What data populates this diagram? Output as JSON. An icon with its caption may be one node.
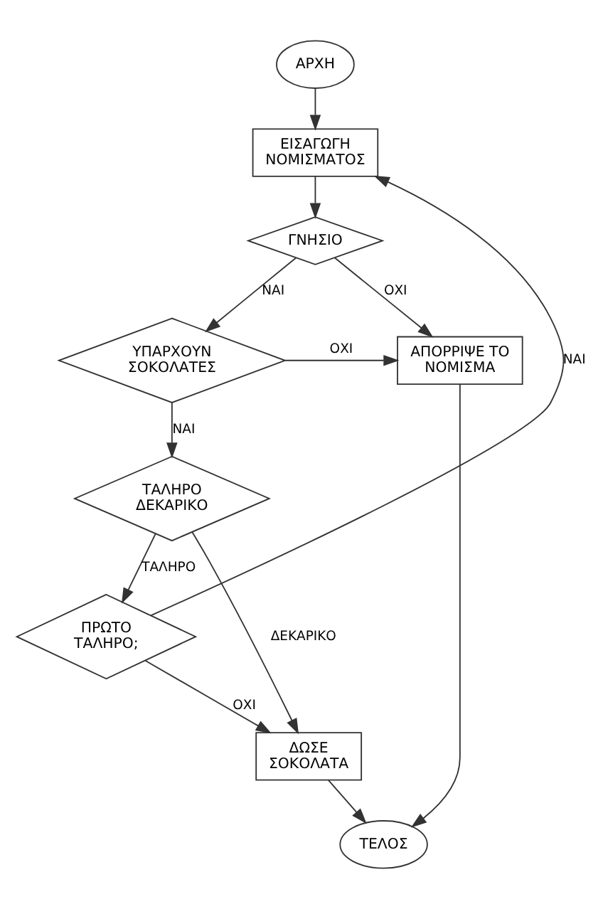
{
  "diagram": {
    "nodes": [
      {
        "text": [
          "ΑΡΧΗ"
        ]
      },
      {
        "text": [
          "ΕΙΣΑΓΩΓΗ ΝΟΜΙΣΜΑΤΟΣ"
        ]
      },
      {
        "text": [
          "ΓΝΗΣΙΟ"
        ]
      },
      {
        "text": [
          "ΥΠΑΡΧΟΥΝ ΣΟΚΟΛΑΤΕΣ"
        ]
      },
      {
        "text": [
          "ΑΠΟΡΡΙΨΕ ΤΟ ΝΟΜΙΣΜΑ"
        ]
      },
      {
        "text": [
          "ΤΑΛΗΡΟ ΔΕΚΑΡΙΚΟ"
        ]
      },
      {
        "text": [
          "ΠΡΩΤΟ ΤΑΛΗΡΟ;"
        ]
      },
      {
        "text": [
          "ΔΩΣΕ ΣΟΚΟΛΑΤΑ"
        ]
      },
      {
        "text": [
          "ΤΕΛΟΣ"
        ]
      }
    ],
    "edges": [
      {
        "from": 0,
        "to": 1,
        "arrow": "to"
      },
      {
        "from": 1,
        "to": 2,
        "arrow": "to"
      },
      {
        "from": 2,
        "to": 4,
        "arrow": "to",
        "label": "ΟΧΙ"
      },
      {
        "from": 2,
        "to": 3,
        "arrow": "to",
        "label": "ΝΑΙ"
      },
      {
        "from": 3,
        "to": 4,
        "arrow": "to",
        "label": "ΟΧΙ"
      },
      {
        "from": 3,
        "to": 5,
        "arrow": "to",
        "label": "ΝΑΙ"
      },
      {
        "from": 5,
        "to": 7,
        "arrow": "to",
        "label": "ΔΕΚΑΡΙΚΟ"
      },
      {
        "from": 5,
        "to": 6,
        "arrow": "to",
        "label": "ΤΑΛΗΡΟ"
      },
      {
        "from": 6,
        "to": 1,
        "arrow": "to",
        "label": "ΝΑΙ"
      },
      {
        "from": 6,
        "to": 7,
        "arrow": "to",
        "label": "ΟΧΙ"
      },
      {
        "from": 7,
        "to": 8,
        "arrow": "to"
      },
      {
        "from": 4,
        "to": 8,
        "arrow": "to"
      }
    ]
  }
}
